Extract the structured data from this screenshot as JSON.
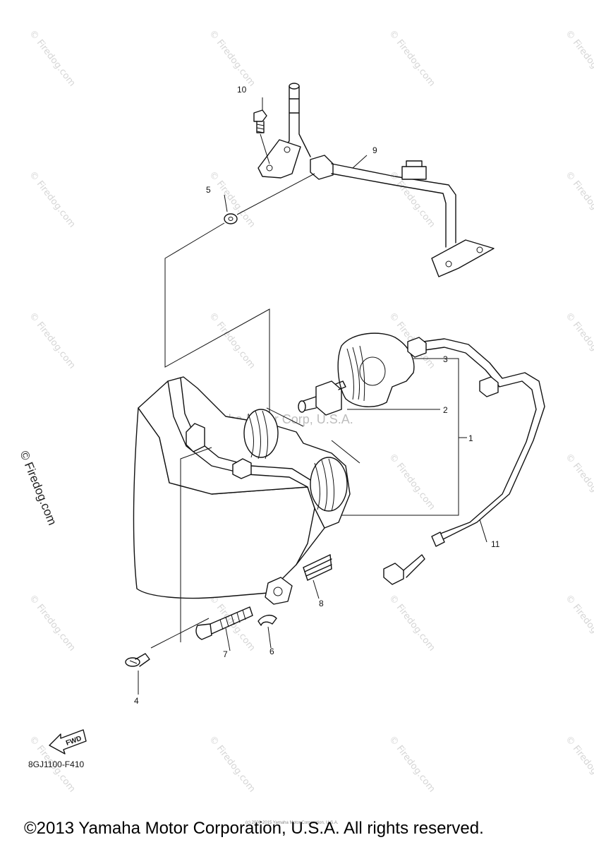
{
  "watermark_text": "© Firedog.com",
  "center_watermark": "Yamaha Motor Corp, U.S.A.",
  "callouts": {
    "c1": "1",
    "c2": "2",
    "c3": "3",
    "c4": "4",
    "c5": "5",
    "c6": "6",
    "c7": "7",
    "c8": "8",
    "c9": "9",
    "c10": "10",
    "c11": "11"
  },
  "fwd_label": "FWD",
  "part_code": "8GJ1100-F410",
  "footer_small": "(c) 2000-2015 Yamaha Motor Corporation, U.S.A.",
  "copyright": "©2013 Yamaha Motor Corporation, U.S.A. All rights reserved."
}
